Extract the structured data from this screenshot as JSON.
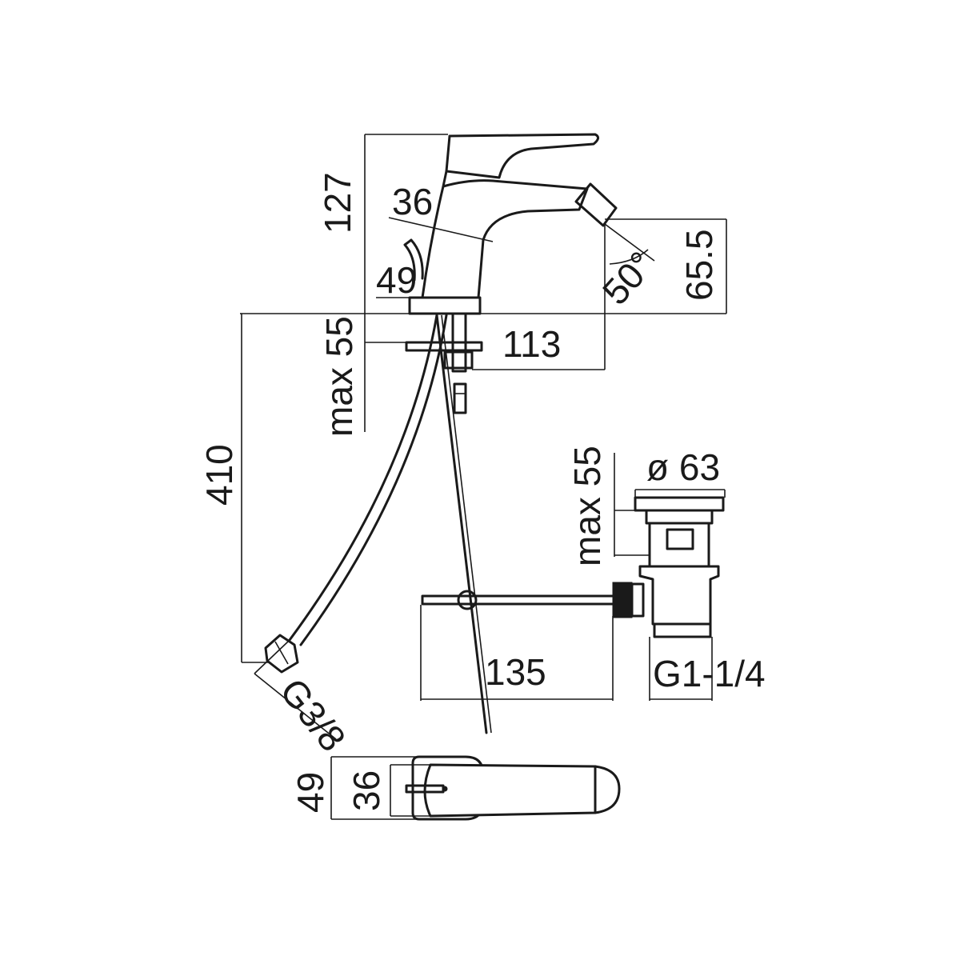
{
  "dimensions": {
    "height_127": "127",
    "spout_36": "36",
    "base_49": "49",
    "angle_50": "50°",
    "outlet_65_5": "65.5",
    "reach_113": "113",
    "deck_max_55": "max 55",
    "hose_410": "410",
    "waste_max_55": "max 55",
    "waste_dia_63": "ø 63",
    "rod_135": "135",
    "waste_thread": "G1-1/4",
    "hose_thread": "G3/8",
    "top_49": "49",
    "top_36": "36"
  }
}
